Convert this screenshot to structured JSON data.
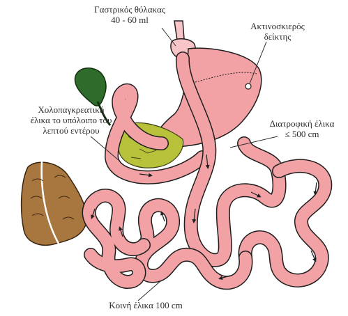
{
  "labels": {
    "gastric_pouch": {
      "line1": "Γαστρικός θύλακας",
      "line2": "40 - 60 ml"
    },
    "radiopaque_marker": {
      "line1": "Ακτινοσκιερός",
      "line2": "δείκτης"
    },
    "biliopancreatic_limb": {
      "line1": "Χολοπαγκρεατική",
      "line2": "έλικα το υπόλοιπο του",
      "line3": "λεπτού εντέρου"
    },
    "alimentary_limb": {
      "line1": "Διατροφική έλικα",
      "line2": "≤ 500 cm"
    },
    "common_limb": {
      "line1": "Κοινή έλικα 100 cm"
    }
  },
  "colors": {
    "intestine": "#f2a1a4",
    "intestine_outline": "#1e1e1e",
    "gallbladder": "#2f6b2a",
    "pancreas": "#b7c23a",
    "colon": "#a8763f",
    "pouch": "#f7c5c8"
  }
}
